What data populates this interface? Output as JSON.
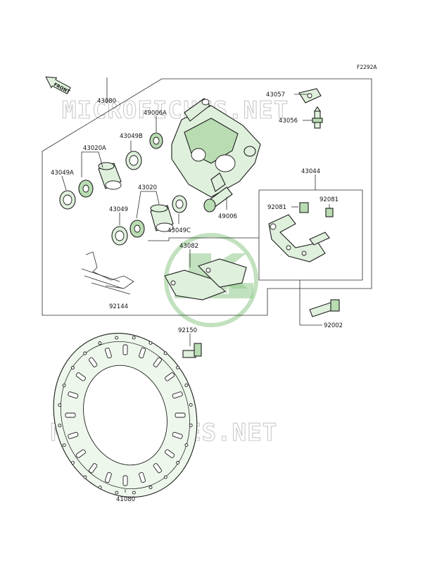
{
  "diagram": {
    "ref_code": "F2292A",
    "front_marker": "FRONT",
    "watermark": "MICROFICHES.NET",
    "logo_text": "Kawasaki",
    "part_labels": {
      "p43080": "43080",
      "p49006A": "49006A",
      "p43049B": "43049B",
      "p43020A": "43020A",
      "p43049A": "43049A",
      "p43020": "43020",
      "p43049": "43049",
      "p43049C": "43049C",
      "p49006": "49006",
      "p43057": "43057",
      "p43056": "43056",
      "p43044": "43044",
      "p92081a": "92081",
      "p92081b": "92081",
      "p43082": "43082",
      "p92144": "92144",
      "p92150": "92150",
      "p92002": "92002",
      "p41080": "41080"
    }
  }
}
